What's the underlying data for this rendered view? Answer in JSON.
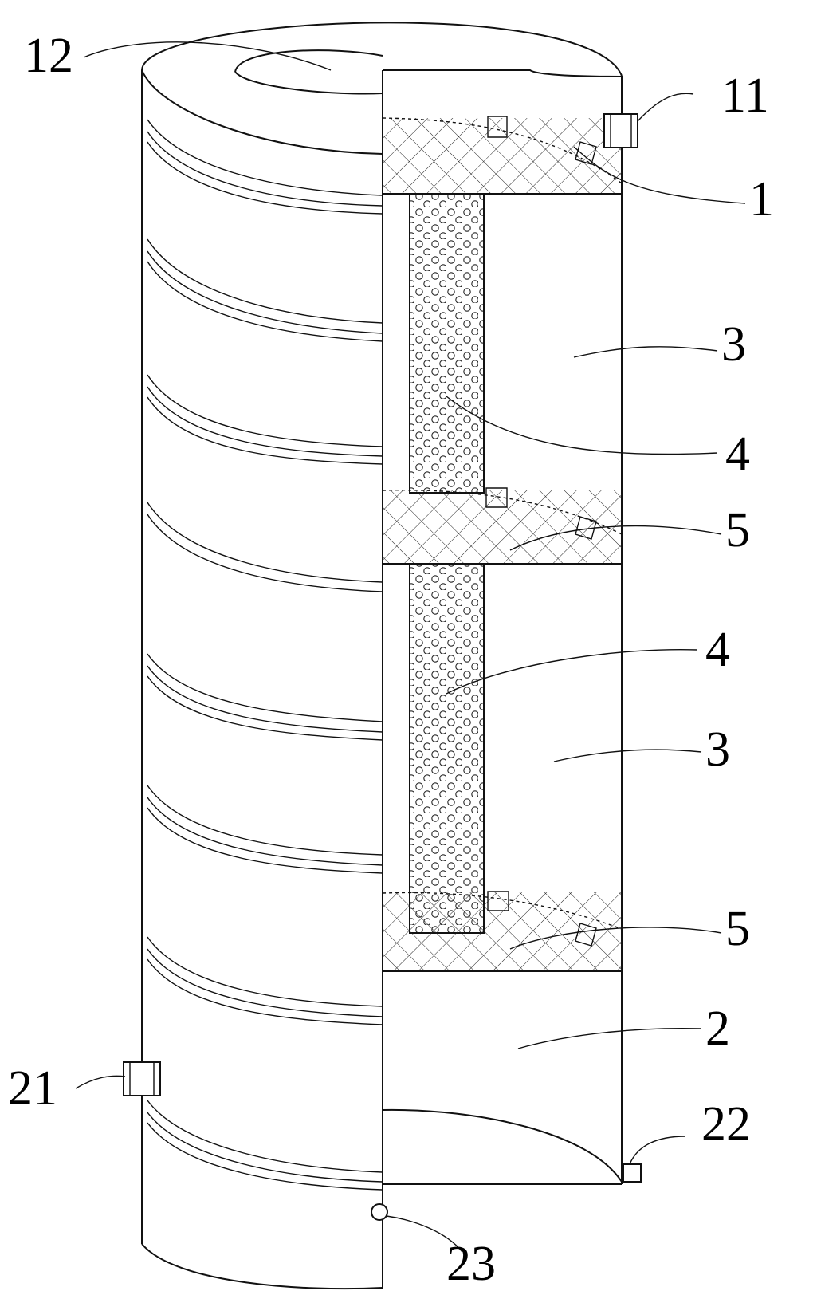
{
  "diagram": {
    "labels": {
      "l12": "12",
      "l11": "11",
      "l1": "1",
      "l3a": "3",
      "l4a": "4",
      "l5a": "5",
      "l4b": "4",
      "l3b": "3",
      "l5b": "5",
      "l2": "2",
      "l21": "21",
      "l22": "22",
      "l23": "23"
    },
    "colors": {
      "line": "#111111",
      "background": "#ffffff"
    }
  }
}
